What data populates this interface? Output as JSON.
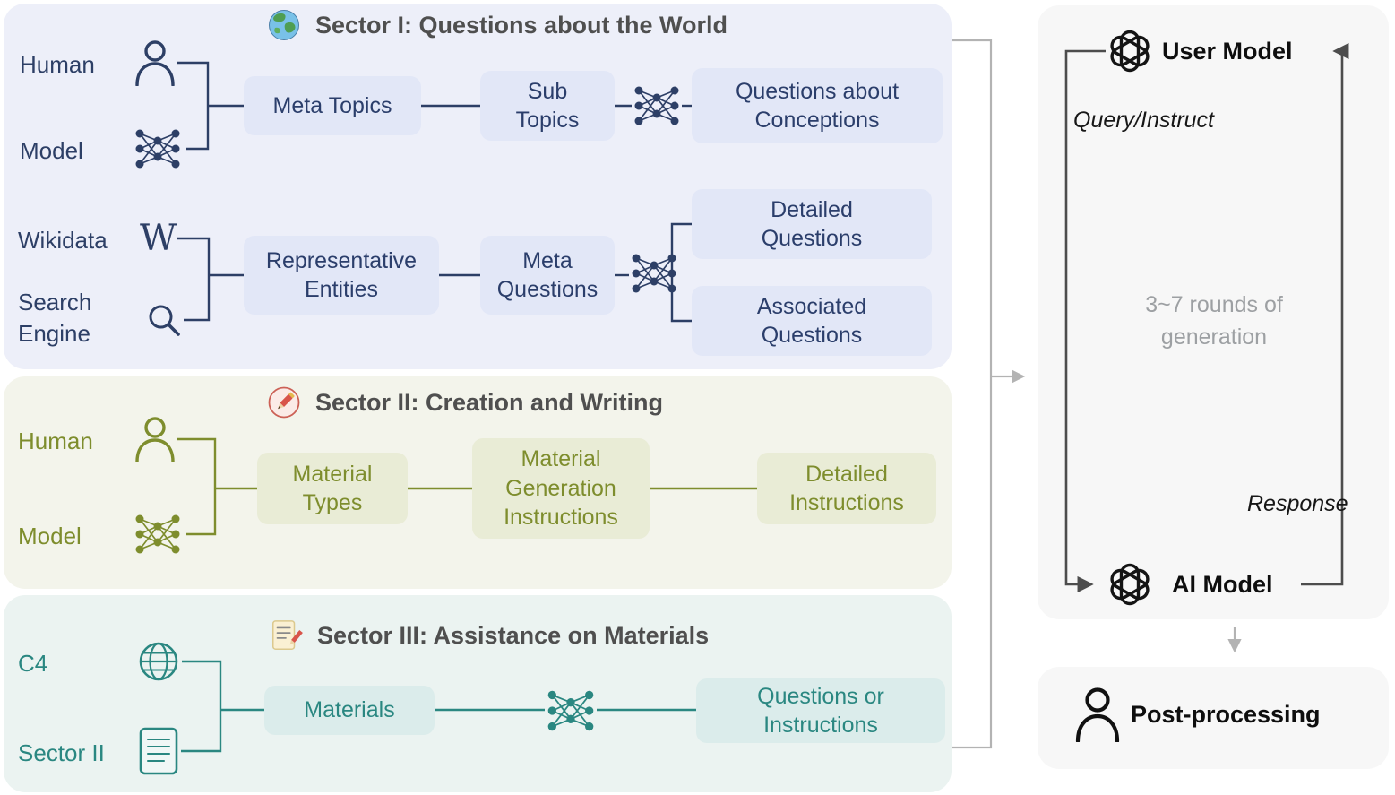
{
  "sector1": {
    "title": "Sector I: Questions about the World",
    "row1": {
      "source1": "Human",
      "source2": "Model",
      "meta_topics": "Meta Topics",
      "sub_topics": "Sub Topics",
      "questions_about_conceptions": "Questions about Conceptions"
    },
    "row2": {
      "source1": "Wikidata",
      "source2": "Search Engine",
      "wikipedia_glyph": "W",
      "representative_entities": "Representative Entities",
      "meta_questions": "Meta Questions",
      "detailed_questions": "Detailed Questions",
      "associated_questions": "Associated Questions"
    }
  },
  "sector2": {
    "title": "Sector II: Creation and Writing",
    "source1": "Human",
    "source2": "Model",
    "material_types": "Material Types",
    "material_generation_instructions": "Material Generation Instructions",
    "detailed_instructions": "Detailed Instructions"
  },
  "sector3": {
    "title": "Sector III: Assistance on Materials",
    "source1": "C4",
    "source2": "Sector II",
    "materials": "Materials",
    "questions_or_instructions": "Questions or Instructions"
  },
  "generation_loop": {
    "user_model": "User Model",
    "query_label": "Query/Instruct",
    "rounds_note": "3~7 rounds of generation",
    "response_label": "Response",
    "ai_model": "AI Model"
  },
  "post_processing": {
    "label": "Post-processing"
  },
  "icons": {
    "sector1_title": "earth-globe",
    "sector2_title": "pencil-in-circle",
    "sector3_title": "memo-with-pencil",
    "human": "person-outline",
    "model": "neural-network",
    "wikidata": "wikipedia-w",
    "search_engine": "magnifier",
    "c4": "wireframe-globe",
    "sector2_source": "document-lines",
    "user_model": "openai-logo",
    "ai_model": "openai-logo",
    "post_processing": "person-silhouette"
  },
  "colors": {
    "sector1_accent": "#2d3f66",
    "sector1_panel": "#edeff9",
    "sector1_box": "#e2e7f7",
    "sector2_accent": "#7e8d2d",
    "sector2_panel": "#f3f4eb",
    "sector2_box": "#e9ecd6",
    "sector3_accent": "#2a8781",
    "sector3_panel": "#ebf3f1",
    "sector3_box": "#dbeceb",
    "loop_line": "#4d4d4d",
    "bracket_line": "#b3b3b3",
    "muted_text": "#9da0a3"
  }
}
